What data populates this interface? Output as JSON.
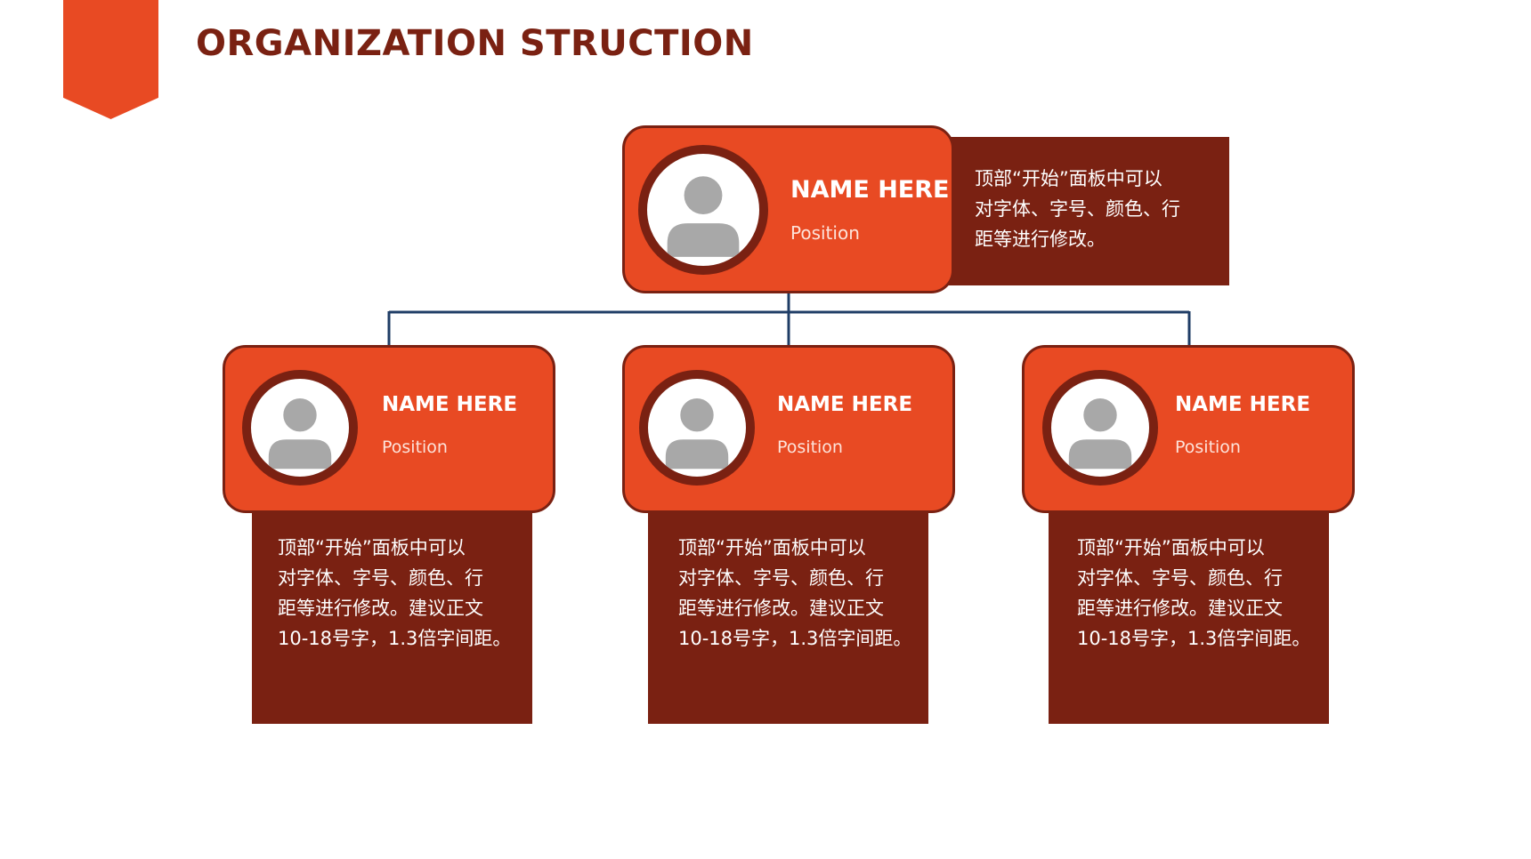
{
  "slide": {
    "title": "ORGANIZATION STRUCTION"
  },
  "colors": {
    "accent": "#e84a23",
    "dark": "#7a2112",
    "connector": "#1f3d66",
    "avatar_gray": "#a8a8a8"
  },
  "top": {
    "name": "NAME HERE",
    "position": "Position",
    "desc_lines": [
      "顶部“开始”面板中可以",
      "对字体、字号、颜色、行",
      "距等进行修改。"
    ]
  },
  "members": [
    {
      "name": "NAME HERE",
      "position": "Position",
      "desc_lines": [
        "顶部“开始”面板中可以",
        "对字体、字号、颜色、行",
        "距等进行修改。建议正文",
        "10-18号字，1.3倍字间距。"
      ]
    },
    {
      "name": "NAME HERE",
      "position": "Position",
      "desc_lines": [
        "顶部“开始”面板中可以",
        "对字体、字号、颜色、行",
        "距等进行修改。建议正文",
        "10-18号字，1.3倍字间距。"
      ]
    },
    {
      "name": "NAME HERE",
      "position": "Position",
      "desc_lines": [
        "顶部“开始”面板中可以",
        "对字体、字号、颜色、行",
        "距等进行修改。建议正文",
        "10-18号字，1.3倍字间距。"
      ]
    }
  ]
}
